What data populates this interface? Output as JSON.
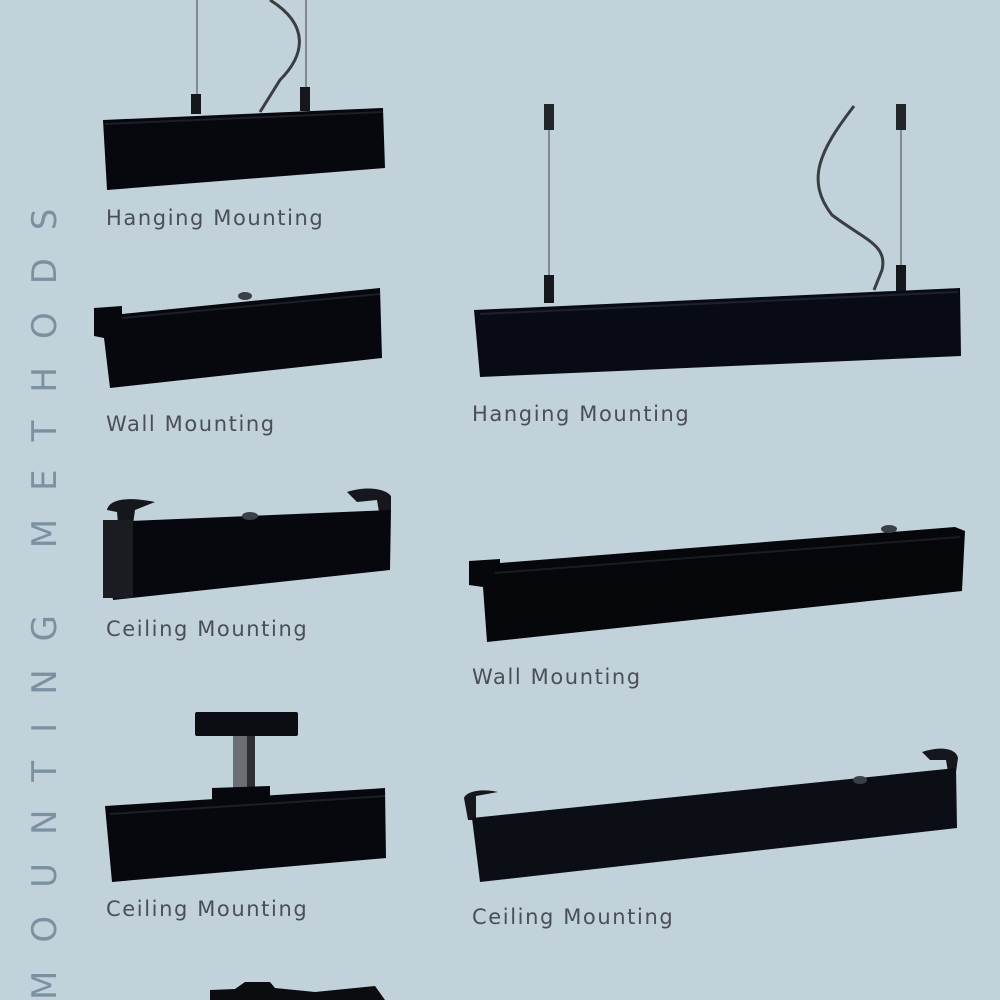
{
  "page": {
    "background": "#c2d2da",
    "vertical_title": "MOUNTING METHODS",
    "vertical_title_color": "#7b90a1"
  },
  "fixtures": {
    "left": [
      {
        "label": "Hanging Mounting",
        "type": "hanging-short"
      },
      {
        "label": "Wall Mounting",
        "type": "wall-short"
      },
      {
        "label": "Ceiling Mounting",
        "type": "ceiling-clip-short"
      },
      {
        "label": "Ceiling Mounting",
        "type": "ceiling-bracket-short"
      }
    ],
    "right": [
      {
        "label": "Hanging Mounting",
        "type": "hanging-long"
      },
      {
        "label": "Wall Mounting",
        "type": "wall-long"
      },
      {
        "label": "Ceiling Mounting",
        "type": "ceiling-clip-long"
      }
    ]
  },
  "colors": {
    "fixture_body": "#07080d",
    "wire": "#3a3d42",
    "label_text": "#4a4f55"
  }
}
